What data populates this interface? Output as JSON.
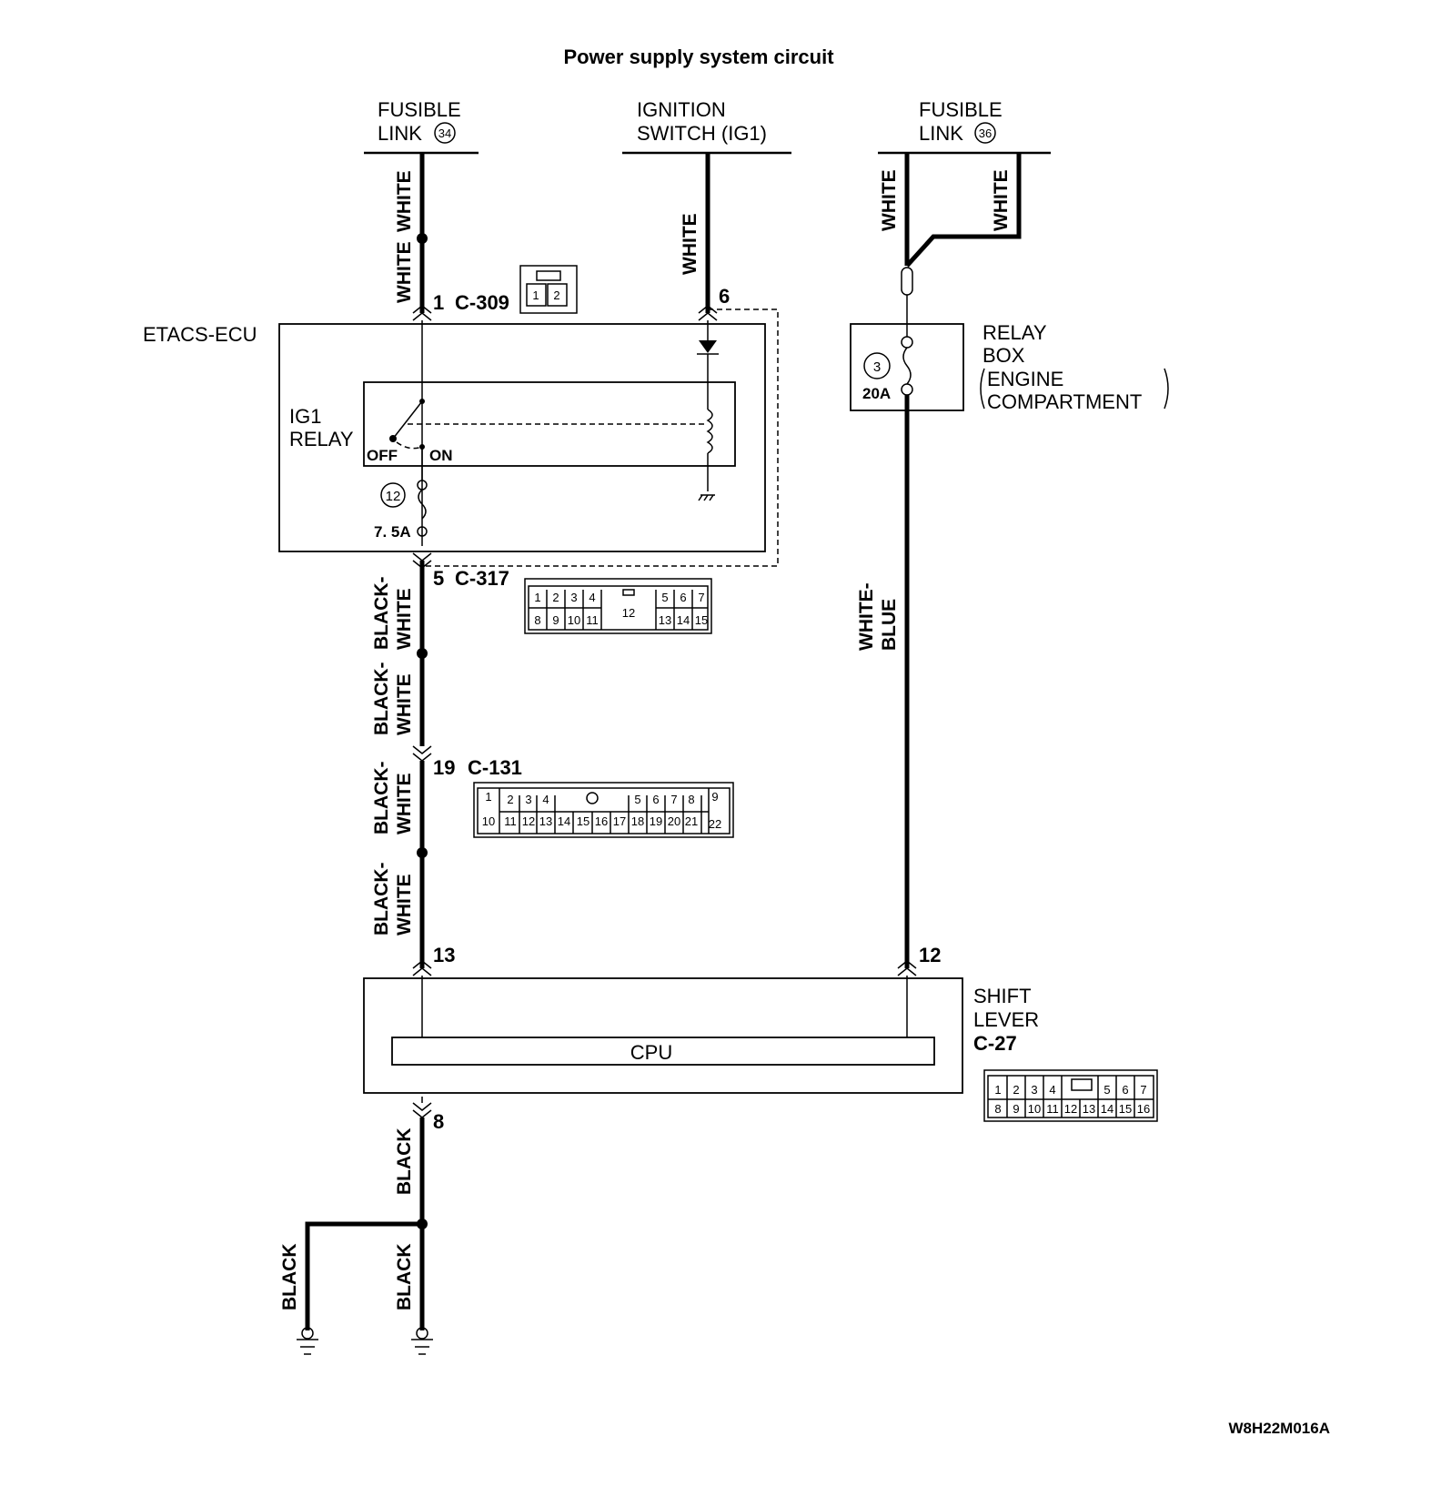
{
  "title": "Power supply system circuit",
  "diagram_id": "W8H22M016A",
  "sources": {
    "fusible_link_34": {
      "line1": "FUSIBLE",
      "line2": "LINK",
      "number": "34"
    },
    "ignition_switch": {
      "line1": "IGNITION",
      "line2": "SWITCH (IG1)"
    },
    "fusible_link_36": {
      "line1": "FUSIBLE",
      "line2": "LINK",
      "number": "36"
    }
  },
  "etacs": {
    "label": "ETACS-ECU",
    "relay_line1": "IG1",
    "relay_line2": "RELAY",
    "off": "OFF",
    "on": "ON",
    "fuse_number": "12",
    "fuse_rating": "7. 5A"
  },
  "relay_box": {
    "line1": "RELAY",
    "line2": "BOX",
    "line3": "ENGINE",
    "line4": "COMPARTMENT",
    "fuse_number": "3",
    "fuse_rating": "20A"
  },
  "shift_lever": {
    "line1": "SHIFT",
    "line2": "LEVER",
    "connector": "C-27",
    "cpu": "CPU"
  },
  "pins": {
    "c309_pin": "1",
    "c309": "C-309",
    "ig_pin": "6",
    "c317_pin": "5",
    "c317": "C-317",
    "c131_pin": "19",
    "c131": "C-131",
    "shift_pin_left": "13",
    "shift_pin_right": "12",
    "ground_pin": "8"
  },
  "wires": {
    "white": "WHITE",
    "black_white_1": "BLACK-",
    "black_white_2": "WHITE",
    "white_blue_1": "WHITE-",
    "white_blue_2": "BLUE",
    "black": "BLACK"
  },
  "connectors": {
    "c309_cells": [
      "1",
      "2"
    ],
    "c317_top": [
      "1",
      "2",
      "3",
      "4",
      "12",
      "5",
      "6",
      "7"
    ],
    "c317_bottom": [
      "8",
      "9",
      "10",
      "11",
      "13",
      "14",
      "15"
    ],
    "c131_top": [
      "1",
      "2",
      "3",
      "4",
      "5",
      "6",
      "7",
      "8",
      "9"
    ],
    "c131_bottom": [
      "10",
      "11",
      "12",
      "13",
      "14",
      "15",
      "16",
      "17",
      "18",
      "19",
      "20",
      "21",
      "22"
    ],
    "c27_top": [
      "1",
      "2",
      "3",
      "4",
      "5",
      "6",
      "7"
    ],
    "c27_bottom": [
      "8",
      "9",
      "10",
      "11",
      "12",
      "13",
      "14",
      "15",
      "16"
    ]
  }
}
